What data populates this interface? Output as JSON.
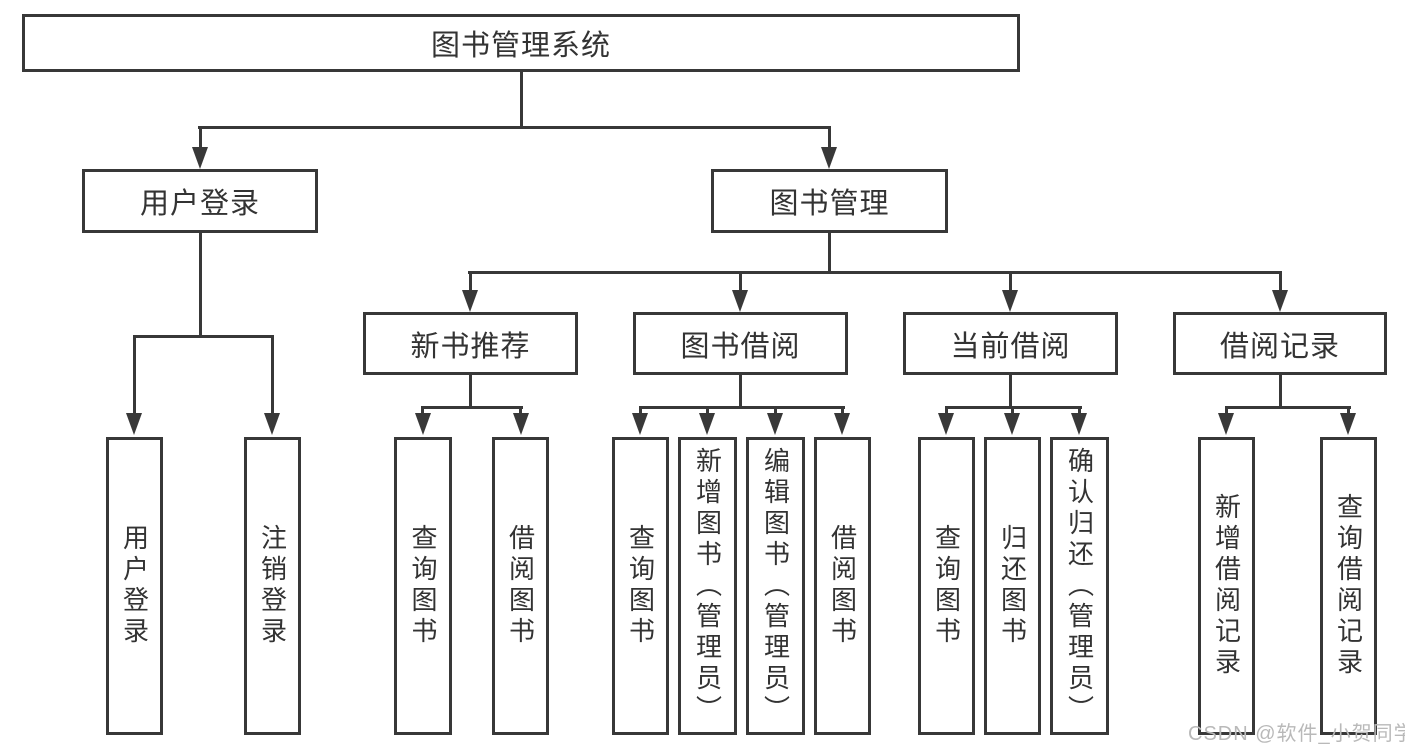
{
  "tree": {
    "label": "图书管理系统",
    "children": [
      {
        "label": "用户登录",
        "children": [
          {
            "label": "用户登录"
          },
          {
            "label": "注销登录"
          }
        ]
      },
      {
        "label": "图书管理",
        "children": [
          {
            "label": "新书推荐",
            "children": [
              {
                "label": "查询图书"
              },
              {
                "label": "借阅图书"
              }
            ]
          },
          {
            "label": "图书借阅",
            "children": [
              {
                "label": "查询图书"
              },
              {
                "label": "新增图书（管理员）"
              },
              {
                "label": "编辑图书（管理员）"
              },
              {
                "label": "借阅图书"
              }
            ]
          },
          {
            "label": "当前借阅",
            "children": [
              {
                "label": "查询图书"
              },
              {
                "label": "归还图书"
              },
              {
                "label": "确认归还（管理员）"
              }
            ]
          },
          {
            "label": "借阅记录",
            "children": [
              {
                "label": "新增借阅记录"
              },
              {
                "label": "查询借阅记录"
              }
            ]
          }
        ]
      }
    ]
  },
  "watermark": {
    "text": "CSDN @软件_小贺同学"
  },
  "colors": {
    "line": "#383838",
    "text": "#333333",
    "watermark": "#b9b9b9",
    "background": "#ffffff"
  }
}
